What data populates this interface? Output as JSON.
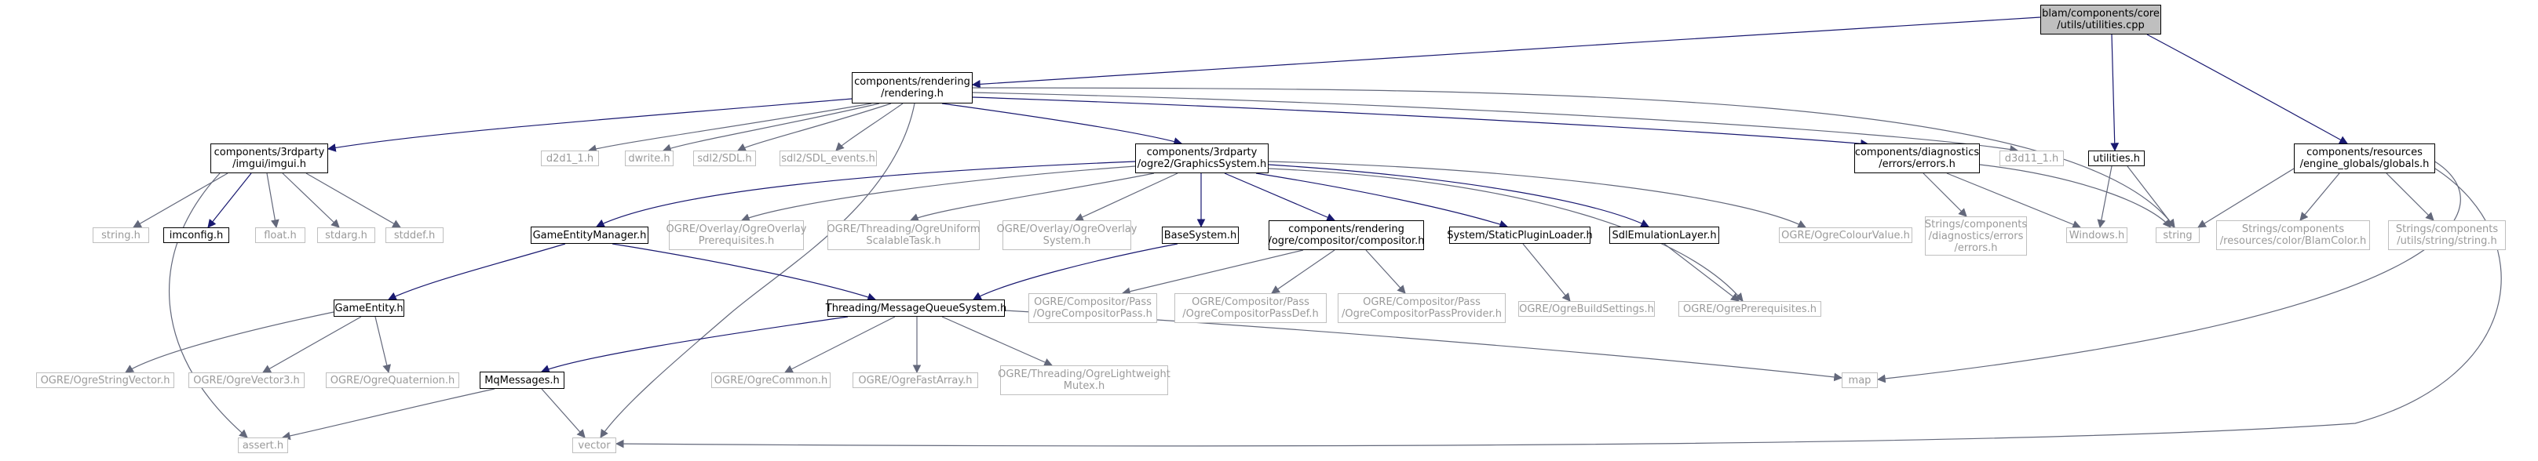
{
  "colors": {
    "edge_main": "#191970",
    "edge_other": "#63687b",
    "external_text": "#9a9a9a",
    "root_fill": "#bfbfbf"
  },
  "nodes": {
    "utilities_cpp": "blam/components/core\n/utils/utilities.cpp",
    "rendering_h": "components/rendering\n/rendering.h",
    "imgui_h": "components/3rdparty\n/imgui/imgui.h",
    "d2d1_1_h": "d2d1_1.h",
    "dwrite_h": "dwrite.h",
    "sdl_h": "sdl2/SDL.h",
    "sdl_events_h": "sdl2/SDL_events.h",
    "graphics_system_h": "components/3rdparty\n/ogre2/GraphicsSystem.h",
    "errors_h": "components/diagnostics\n/errors/errors.h",
    "d3d11_1_h": "d3d11_1.h",
    "utilities_h": "utilities.h",
    "globals_h": "components/resources\n/engine_globals/globals.h",
    "string_h": "string.h",
    "imconfig_h": "imconfig.h",
    "float_h": "float.h",
    "stdarg_h": "stdarg.h",
    "stddef_h": "stddef.h",
    "game_entity_manager_h": "GameEntityManager.h",
    "overlay_prerequisites_h": "OGRE/Overlay/OgreOverlay\nPrerequisites.h",
    "uniform_scalable_task_h": "OGRE/Threading/OgreUniform\nScalableTask.h",
    "overlay_system_h": "OGRE/Overlay/OgreOverlay\nSystem.h",
    "base_system_h": "BaseSystem.h",
    "compositor_h": "components/rendering\n/ogre/compositor/compositor.h",
    "static_plugin_loader_h": "System/StaticPluginLoader.h",
    "sdl_emulation_layer_h": "SdlEmulationLayer.h",
    "colour_value_h": "OGRE/OgreColourValue.h",
    "strings_errors_h": "Strings/components\n/diagnostics/errors\n/errors.h",
    "windows_h": "Windows.h",
    "string": "string",
    "blam_color_h": "Strings/components\n/resources/color/BlamColor.h",
    "utils_string_h": "Strings/components\n/utils/string/string.h",
    "game_entity_h": "GameEntity.h",
    "message_queue_system_h": "Threading/MessageQueueSystem.h",
    "compositor_pass_h": "OGRE/Compositor/Pass\n/OgreCompositorPass.h",
    "compositor_pass_def_h": "OGRE/Compositor/Pass\n/OgreCompositorPassDef.h",
    "compositor_pass_provider_h": "OGRE/Compositor/Pass\n/OgreCompositorPassProvider.h",
    "build_settings_h": "OGRE/OgreBuildSettings.h",
    "ogre_prerequisites_h": "OGRE/OgrePrerequisites.h",
    "string_vector_h": "OGRE/OgreStringVector.h",
    "vector3_h": "OGRE/OgreVector3.h",
    "quaternion_h": "OGRE/OgreQuaternion.h",
    "ogre_common_h": "OGRE/OgreCommon.h",
    "fast_array_h": "OGRE/OgreFastArray.h",
    "lightweight_mutex_h": "OGRE/Threading/OgreLightweight\nMutex.h",
    "map": "map",
    "mq_messages_h": "MqMessages.h",
    "assert_h": "assert.h",
    "vector": "vector"
  }
}
